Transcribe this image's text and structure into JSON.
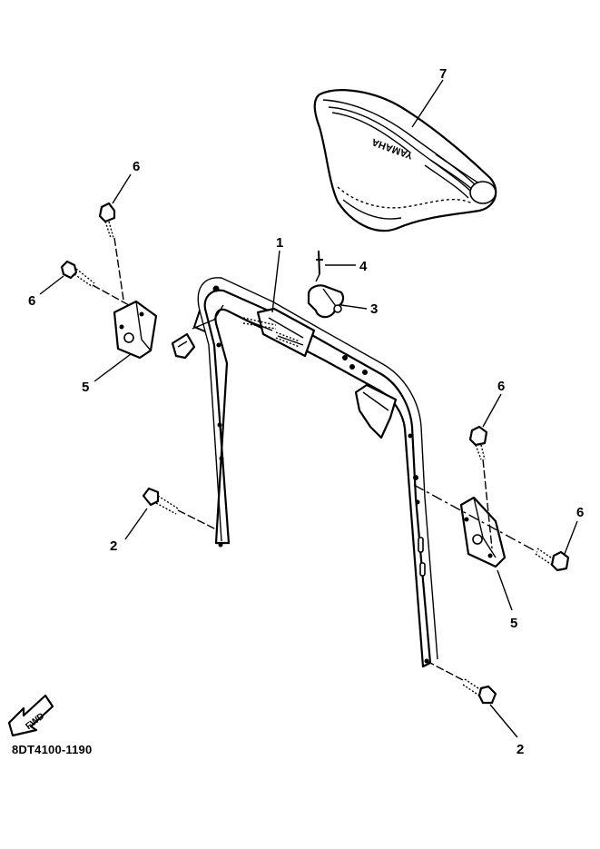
{
  "diagram_id": "8DT4100-1190",
  "fwd_label": "FWD",
  "seat_brand": "YAMAHA",
  "callouts": [
    {
      "id": "c1",
      "number": "1"
    },
    {
      "id": "c2a",
      "number": "2"
    },
    {
      "id": "c2b",
      "number": "2"
    },
    {
      "id": "c3",
      "number": "3"
    },
    {
      "id": "c4",
      "number": "4"
    },
    {
      "id": "c5a",
      "number": "5"
    },
    {
      "id": "c5b",
      "number": "5"
    },
    {
      "id": "c6a",
      "number": "6"
    },
    {
      "id": "c6b",
      "number": "6"
    },
    {
      "id": "c6c",
      "number": "6"
    },
    {
      "id": "c6d",
      "number": "6"
    },
    {
      "id": "c7",
      "number": "7"
    }
  ]
}
